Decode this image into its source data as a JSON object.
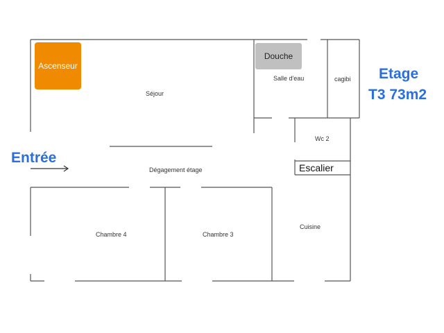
{
  "colors": {
    "wall": "#555555",
    "elevator": "#f08a00",
    "shower": "#c0c0c0",
    "accent_text": "#2a6fdb"
  },
  "elevator": {
    "label": "Ascenseur"
  },
  "shower": {
    "label": "Douche"
  },
  "rooms": {
    "sejour": "Séjour",
    "salle_eau": "Salle d'eau",
    "cagibi": "cagibi",
    "wc2": "Wc 2",
    "escalier": "Escalier",
    "degagement": "Dégagement étage",
    "chambre4": "Chambre 4",
    "chambre3": "Chambre 3",
    "cuisine": "Cuisine"
  },
  "entrance": {
    "label": "Entrée",
    "icon": "arrow-right-icon"
  },
  "plan_info": {
    "level": "Etage",
    "type": "T3 73m2"
  }
}
